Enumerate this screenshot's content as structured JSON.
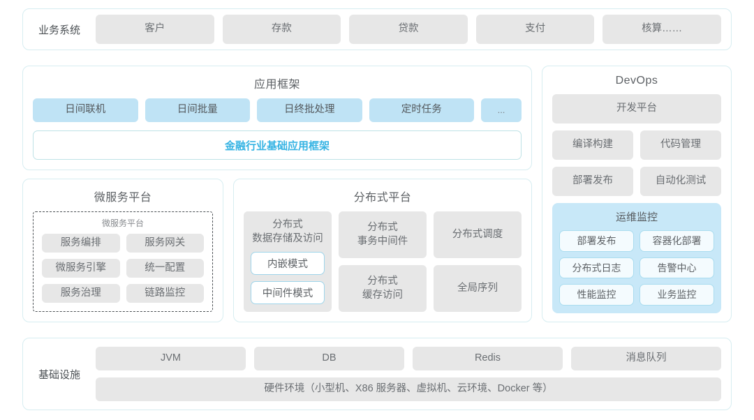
{
  "business_systems": {
    "label": "业务系统",
    "items": [
      "客户",
      "存款",
      "贷款",
      "支付",
      "核算……"
    ]
  },
  "app_framework": {
    "title": "应用框架",
    "chips": [
      "日间联机",
      "日间批量",
      "日终批处理",
      "定时任务"
    ],
    "more": "...",
    "banner": "金融行业基础应用框架"
  },
  "microservice_platform": {
    "title": "微服务平台",
    "inner_title": "微服务平台",
    "items": [
      "服务编排",
      "服务网关",
      "微服务引擎",
      "统一配置",
      "服务治理",
      "链路监控"
    ]
  },
  "distributed_platform": {
    "title": "分布式平台",
    "storage": {
      "title": "分布式\n数据存储及访问",
      "modes": [
        "内嵌模式",
        "中间件模式"
      ]
    },
    "cells": [
      "分布式\n事务中间件",
      "分布式调度",
      "分布式\n缓存访问",
      "全局序列"
    ]
  },
  "devops": {
    "title": "DevOps",
    "platform": "开发平台",
    "pairs": [
      [
        "编译构建",
        "代码管理"
      ],
      [
        "部署发布",
        "自动化测试"
      ]
    ],
    "ops_monitor": {
      "title": "运维监控",
      "items": [
        "部署发布",
        "容器化部署",
        "分布式日志",
        "告警中心",
        "性能监控",
        "业务监控"
      ]
    }
  },
  "infrastructure": {
    "label": "基础设施",
    "items": [
      "JVM",
      "DB",
      "Redis",
      "消息队列"
    ],
    "hardware": "硬件环境（小型机、X86 服务器、虚拟机、云环境、Docker 等）"
  },
  "colors": {
    "card_border": "#d6edf1",
    "chip_gray": "#e7e7e7",
    "chip_blue": "#bfe3f5",
    "accent_blue": "#35b3e3",
    "ops_panel": "#c8e8f8"
  }
}
